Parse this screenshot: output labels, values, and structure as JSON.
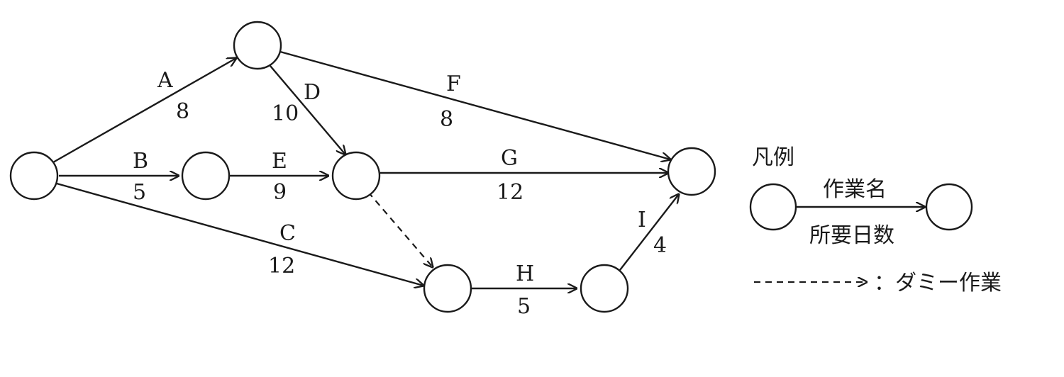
{
  "diagram": {
    "activities": [
      {
        "name": "A",
        "days": "8"
      },
      {
        "name": "B",
        "days": "5"
      },
      {
        "name": "C",
        "days": "12"
      },
      {
        "name": "D",
        "days": "10"
      },
      {
        "name": "E",
        "days": "9"
      },
      {
        "name": "F",
        "days": "8"
      },
      {
        "name": "G",
        "days": "12"
      },
      {
        "name": "H",
        "days": "5"
      },
      {
        "name": "I",
        "days": "4"
      }
    ]
  },
  "legend": {
    "title": "凡例",
    "activity_name": "作業名",
    "duration": "所要日数",
    "dummy_text": "：ダミー作業"
  },
  "colors": {
    "ink": "#1a1a1a",
    "background": "#ffffff"
  }
}
